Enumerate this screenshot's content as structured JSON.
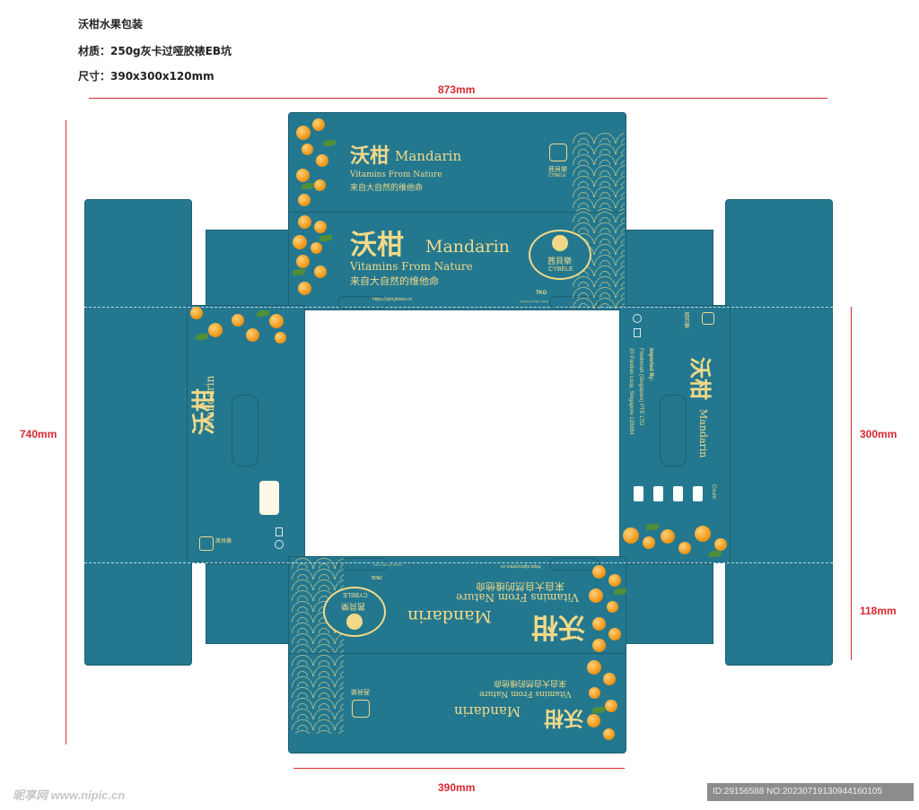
{
  "header": {
    "title": "沃柑水果包装",
    "material_line": "材质：250g灰卡过哑胶裱EB坑",
    "size_line": "尺寸：390x300x120mm"
  },
  "dimensions": {
    "total_width": "873mm",
    "total_height": "740mm",
    "panel_height": "300mm",
    "side_height": "118mm",
    "panel_width": "390mm"
  },
  "box_design": {
    "cn_name": "沃柑",
    "en_name": "Mandarin",
    "tagline_en": "Vitamins From Nature",
    "tagline_cn": "来自大自然的维他命",
    "brand_cn": "茜貝樂",
    "brand_en": "CYBELE",
    "weight": "7KG",
    "website": "https://glorytimes.cn",
    "origin_note": "Country of Origin: China",
    "importer_line1": "Imported By:",
    "importer_line2": "Freshmart (Singapore) PTE LTD",
    "importer_line3": "20 Pandan Loop, Singapore 128394",
    "count_label": "Count"
  },
  "colors": {
    "box_teal": "#23788f",
    "accent_gold": "#f2d98a",
    "dimension_red": "#d9282f"
  },
  "watermark": {
    "left": "昵享网 www.nipic.cn",
    "right": "ID:29156588 NO:20230719130944160105"
  }
}
